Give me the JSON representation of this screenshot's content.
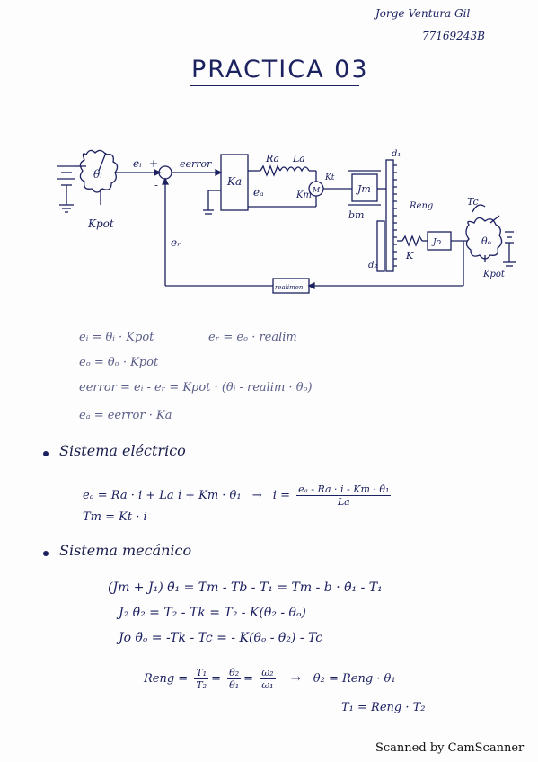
{
  "header": {
    "author": "Jorge Ventura Gil",
    "student_id": "77169243B",
    "title": "PRACTICA 03"
  },
  "diagram": {
    "labels": {
      "theta_i": "θᵢ",
      "kpot_left": "Kpot",
      "ei": "eᵢ",
      "plus": "+",
      "minus": "-",
      "error": "eerror",
      "ka": "Ka",
      "ea": "eₐ",
      "ra": "Ra",
      "la": "La",
      "kt": "Kt",
      "km": "Km",
      "motor": "M",
      "jm": "Jm",
      "bm": "bm",
      "d1": "d₁",
      "d2": "d₂",
      "reng": "Reng",
      "k": "K",
      "tc": "Tc",
      "jo": "Jo",
      "theta_o": "θₒ",
      "kpot_right": "Kpot",
      "er": "eᵣ",
      "realim": "realimen."
    }
  },
  "equations": {
    "e1": "eᵢ = θᵢ · Kpot",
    "e2": "eᵣ = eₒ · realim",
    "e3": "eₒ = θₒ · Kpot",
    "e4": "eerror = eᵢ - eᵣ = Kpot · (θᵢ - realim · θₒ)",
    "e5": "eₐ = eerror · Ka"
  },
  "sections": {
    "electrical": "Sistema eléctrico",
    "mechanical": "Sistema mecánico"
  },
  "electrical": {
    "eq1_left": "eₐ = Ra · i + La i̇ + Km · θ̇₁",
    "arrow": "→",
    "eq1_right_lhs": "i =",
    "eq1_frac_num": "eₐ - Ra · i - Km · θ̇₁",
    "eq1_frac_den": "La",
    "eq2": "Tm = Kt · i"
  },
  "mechanical": {
    "m1": "(Jm + J₁) θ̈₁ = Tm - Tb - T₁ = Tm - b · θ̇₁ - T₁",
    "m2": "J₂ θ̈₂ = T₂ - Tk = T₂ - K(θ₂ - θₒ)",
    "m3": "Jo θ̈ₒ = -Tk - Tc = - K(θₒ - θ₂) - Tc",
    "reng_lhs": "Reng =",
    "reng_f1_num": "T₁",
    "reng_f1_den": "T₂",
    "reng_f2_num": "θ₂",
    "reng_f2_den": "θ₁",
    "reng_f3_num": "ω₂",
    "reng_f3_den": "ω₁",
    "reng_arrow": "→",
    "reng_r1": "θ₂ = Reng · θ₁",
    "reng_r2": "T₁ = Reng · T₂"
  },
  "footer": "Scanned by CamScanner"
}
